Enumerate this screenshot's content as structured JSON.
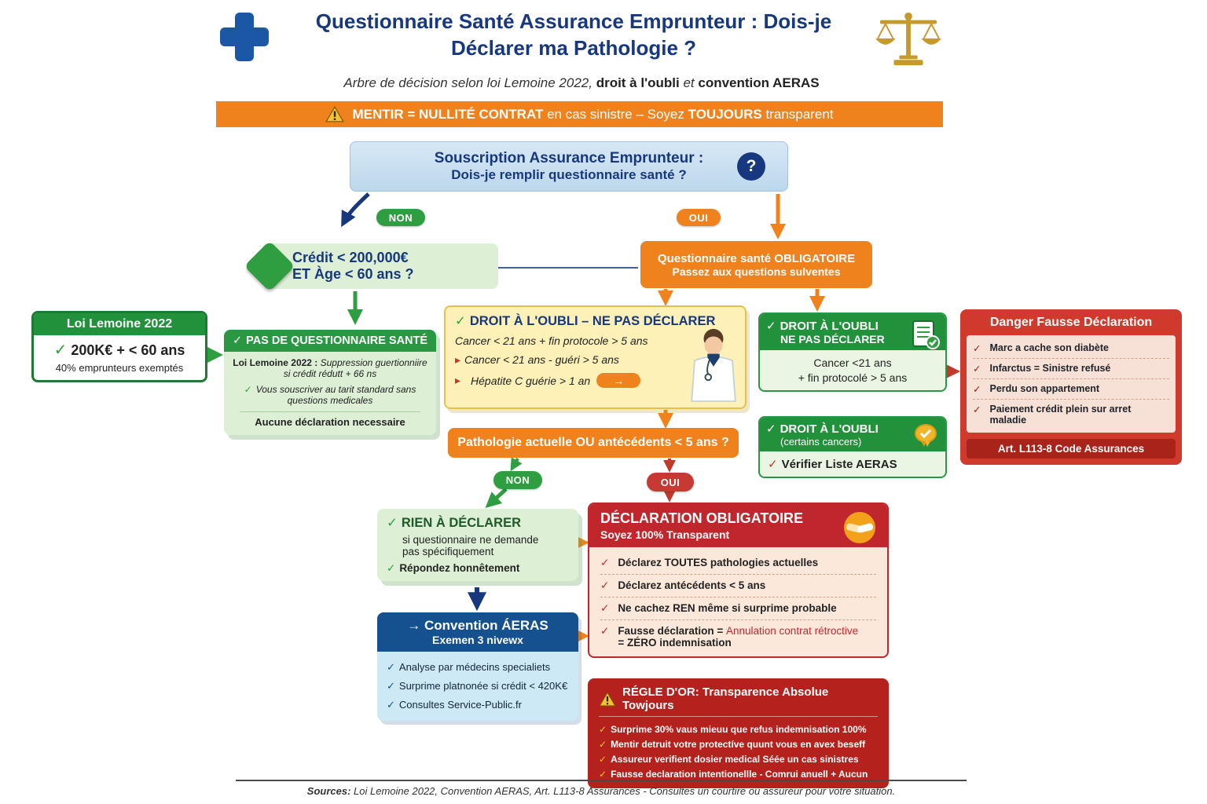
{
  "icons": {
    "check": "✓",
    "arrow_right": "→",
    "question_mark": "?",
    "warning_mark": "!",
    "bullet": "▸"
  },
  "header": {
    "title_line1": "Questionnaire Santé Assurance Emprunteur : Dois-je",
    "title_line2": "Déclarer ma Pathologie ?",
    "subtitle_s1": "Arbre de décision selon loi Lemoine 2022, ",
    "subtitle_b1": "droit à l'oubli",
    "subtitle_s2": " et ",
    "subtitle_b2": "convention AERAS"
  },
  "banner": {
    "b1": "MENTIR = NULLITÉ CONTRAT",
    "t1": " en cas sinistre – Soyez ",
    "b2": "TOUJOURS",
    "t2": " transparent"
  },
  "start": {
    "line1": "Souscription Assurance Emprunteur :",
    "line2": "Dois-je remplir questionnaire santé ?"
  },
  "labels": {
    "non1": "NON",
    "oui1": "OUI",
    "non2": "NON",
    "oui2": "OUI"
  },
  "credit": {
    "line1": "Crédit < 200,000€",
    "line2": "ET Àge < 60 ans ?"
  },
  "obligatoire": {
    "line1": "Questionnaire santé OBLIGATOIRE",
    "line2": "Passez aux questions sulventes"
  },
  "loi": {
    "title": "Loi Lemoine 2022",
    "line1": "200K€ + < 60 ans",
    "line2": "40% emprunteurs exemptés"
  },
  "pas": {
    "title": "PAS DE QUESTIONNAIRE SANTÉ",
    "l1b": "Loi Lemoine 2022 :",
    "l1": " Suppression guertionniire si crédit rédutt + 66 ns",
    "l2": "Vous souscriver au tarit standard sans questions medicales",
    "l3": "Aucune déclaration necessaire"
  },
  "oubli_yellow": {
    "title": "DROIT À L'OUBLI – NE PAS DÉCLARER",
    "i1": "Cancer < 21 ans + fin protocole > 5 ans",
    "i2": "Cancer < 21 ans - guéri > 5 ans",
    "i3": "Hépatite C guérie > 1 an"
  },
  "oubli_green": {
    "t1": "DROIT À L'OUBLI",
    "t2": "NE PAS DÉCLARER",
    "b1": "Cancer <21 ans",
    "b2": "+ fin protocolé > 5 ans"
  },
  "danger": {
    "title": "Danger Fausse Déclaration",
    "items": [
      "Marc a cache son diabète",
      "Infarctus = Sinistre refusé",
      "Perdu son appartement",
      "Paiement crédit plein sur arret maladie"
    ],
    "footer": "Art. L113-8 Code Assurances"
  },
  "pathologie": {
    "question": "Pathologie actuelle OU antécédents < 5 ans ?"
  },
  "oubli_cancers": {
    "t1": "DROIT À L'OUBLI",
    "t2": "(certains cancers)",
    "body": "Vérifier Liste AERAS"
  },
  "rien": {
    "title": "RIEN À DÉCLARER",
    "l1": "si questionnaire ne demande",
    "l2": "pas spécifiquement",
    "l3": "Répondez honnêtement"
  },
  "declaration": {
    "title": "DÉCLARATION OBLIGATOIRE",
    "subtitle": "Soyez 100% Transparent",
    "i1": "Déclarez TOUTES pathologies actuelles",
    "i2": "Déclarez antécédents < 5 ans",
    "i3": "Ne cachez REN même si surprime probable",
    "i4a": "Fausse déclaration = ",
    "i4b": "Annulation contrat rétroctive",
    "i4c": "= ZÉRO indemnisation"
  },
  "convention": {
    "title": "Convention ÁERAS",
    "subtitle": "Exemen 3 nivewx",
    "items": [
      "Analyse par médecins specialiets",
      "Surprime platnonée si crédit < 420K€",
      "Consultes Service-Public.fr"
    ]
  },
  "regle": {
    "title": "RÉGLE D'OR:  Transparence Absolue Towjours",
    "items": [
      "Surprime 30% vaus mieuu que refus indemnisation 100%",
      "Mentir detruit votre protectíve quunt vous en avex beseff",
      "Assureur verifient dosier medical Séée un cas sinistres",
      "Fausse declaration intentionellle - Comrui anuell + Aucun"
    ]
  },
  "footer": {
    "label": "Sources:",
    "text": " Loi Lemoine 2022, Convention AERAS, Art. L113-8 Assurances - Consultes un courtire ou assureur pour votre situation."
  }
}
